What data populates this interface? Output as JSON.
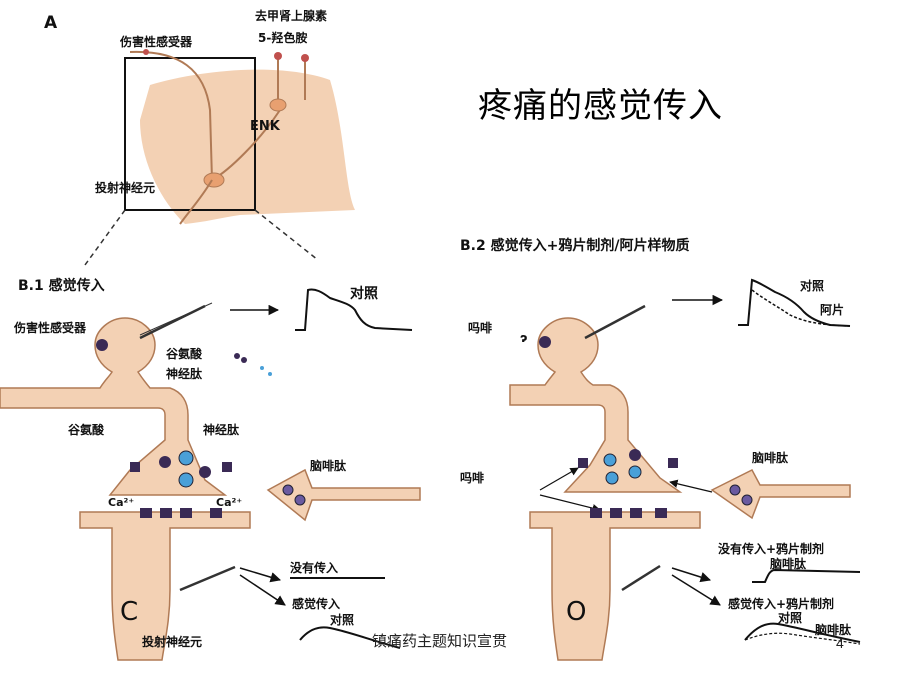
{
  "slide": {
    "title": "疼痛的感觉传入",
    "footer": "镇痛药主题知识宣贯",
    "page_number": "4"
  },
  "panel_a": {
    "letter": "A",
    "nociceptor": "伤害性感受器",
    "noradrenaline": "去甲肾上腺素",
    "serotonin": "5-羟色胺",
    "enk": "ENK",
    "projection_neuron": "投射神经元"
  },
  "panel_b1": {
    "heading": "B.1 感觉传入",
    "control": "对照",
    "nociceptor": "伤害性感受器",
    "glutamate": "谷氨酸",
    "neuropeptide": "神经肽",
    "glutamate2": "谷氨酸",
    "neuropeptide2": "神经肽",
    "ca_left": "Ca²⁺",
    "ca_right": "Ca²⁺",
    "enkephalin": "脑啡肽",
    "no_input": "没有传入",
    "sensory_input": "感觉传入",
    "control2": "对照",
    "projection_neuron": "投射神经元"
  },
  "panel_b2": {
    "heading": "B.2 感觉传入+鸦片制剂/阿片样物质",
    "control": "对照",
    "opioid": "阿片",
    "morphine": "吗啡",
    "morphine2": "吗啡",
    "enkephalin": "脑啡肽",
    "no_input_opioid": "没有传入+鸦片制剂",
    "enkephalin2": "脑啡肽",
    "sensory_input_opioid": "感觉传入+鸦片制剂",
    "control2": "对照",
    "enkephalin3": "脑啡肽"
  },
  "colors": {
    "neuron_fill": "#f3d1b4",
    "neuron_stroke": "#b07a55",
    "receptor": "#3a2a55",
    "vesicle": "#4aa0d8",
    "ink": "#111111"
  }
}
